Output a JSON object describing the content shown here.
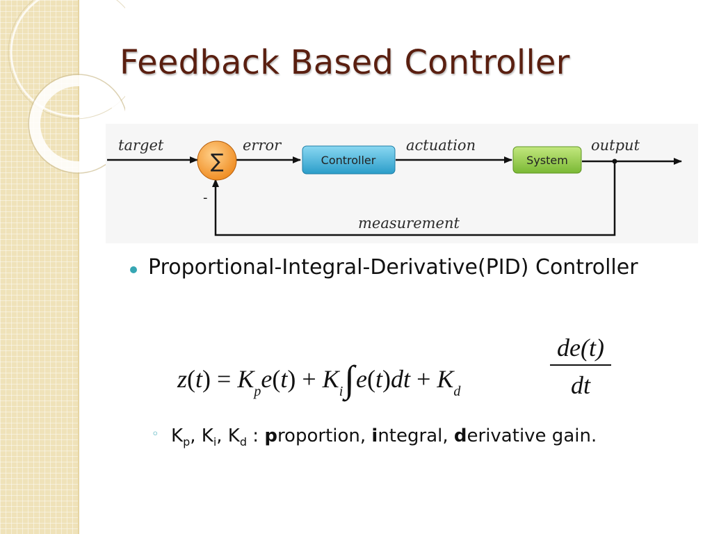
{
  "slide": {
    "title": "Feedback Based Controller"
  },
  "diagram": {
    "labels": {
      "target": "target",
      "error": "error",
      "actuation": "actuation",
      "output": "output",
      "measurement": "measurement",
      "minus": "-",
      "sigma": "∑"
    },
    "blocks": {
      "controller": "Controller",
      "system": "System"
    },
    "colors": {
      "sum_node": "#f39a2d",
      "controller_block": "#3ab1d9",
      "system_block": "#8cc63e"
    }
  },
  "bullet": {
    "text": "Proportional-Integral-Derivative(PID) Controller"
  },
  "equation": {
    "z": "z",
    "t": "t",
    "K": "K",
    "e": "e",
    "sub_p": "p",
    "sub_i": "i",
    "sub_d": "d",
    "eq": "=",
    "plus": "+",
    "integral": "∫",
    "dt": "dt",
    "lp": "(",
    "rp": ")",
    "num": "de(t)",
    "den": "dt"
  },
  "sub_bullet": {
    "marker": "◦",
    "K": "K",
    "sub_p": "p",
    "sub_i": "i",
    "sub_d": "d",
    "sep": ", ",
    "colon": " : ",
    "bold_p": "p",
    "rest_p": "roportion, ",
    "bold_i": "i",
    "rest_i": "ntegral, ",
    "bold_d": "d",
    "rest_d": "erivative gain."
  },
  "theme": {
    "title_color": "#5a1f10",
    "bullet_color": "#36a6b3",
    "strip_color": "#efe2b9"
  }
}
